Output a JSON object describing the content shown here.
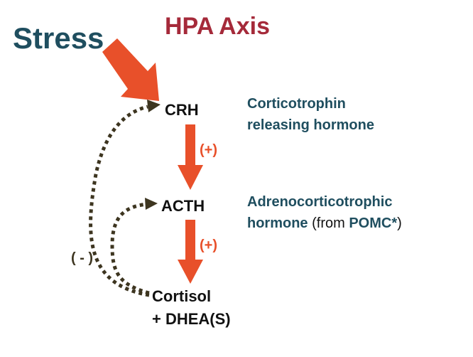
{
  "title": "HPA Axis",
  "input": "Stress",
  "nodes": {
    "crh": "CRH",
    "acth": "ACTH",
    "cortisol": "Cortisol",
    "dhea": "+ DHEA(S)"
  },
  "edges": {
    "crh_to_acth": "(+)",
    "acth_to_cortisol": "(+)",
    "feedback": "( - )"
  },
  "descriptions": {
    "crh_line1": "Corticotrophin",
    "crh_line2": "releasing hormone",
    "acth_line1": "Adrenocorticotrophic",
    "acth_line2_a": "hormone",
    "acth_line2_b": " (from ",
    "acth_line2_c": "POMC*",
    "acth_line2_d": ")"
  },
  "colors": {
    "arrow": "#e8502a",
    "feedback": "#3d3520",
    "title": "#a52a3a",
    "label": "#1f4e5f"
  }
}
